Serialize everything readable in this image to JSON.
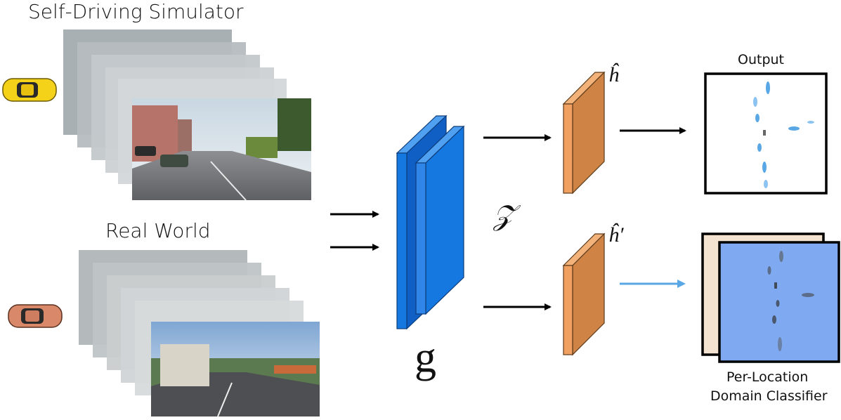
{
  "diagram": {
    "sim_title": "Self-Driving Simulator",
    "real_title": "Real World",
    "encoder_label": "g",
    "latent_label": "𝒵",
    "head_label": "ĥ",
    "head_prime_label": "ĥ′",
    "output_label": "Output",
    "classifier_line1": "Per-Location",
    "classifier_line2": "Domain Classifier"
  },
  "colors": {
    "encoder_blue": "#1478e0",
    "head_orange": "#e0924f",
    "domain_arrow": "#5aa7e6",
    "classifier_front": "#7faaf2",
    "classifier_back": "#f3e3d0",
    "yellow_car": "#f5d21a",
    "orange_car": "#d9886a"
  },
  "icons": [
    "yellow-car-icon",
    "orange-car-icon"
  ]
}
